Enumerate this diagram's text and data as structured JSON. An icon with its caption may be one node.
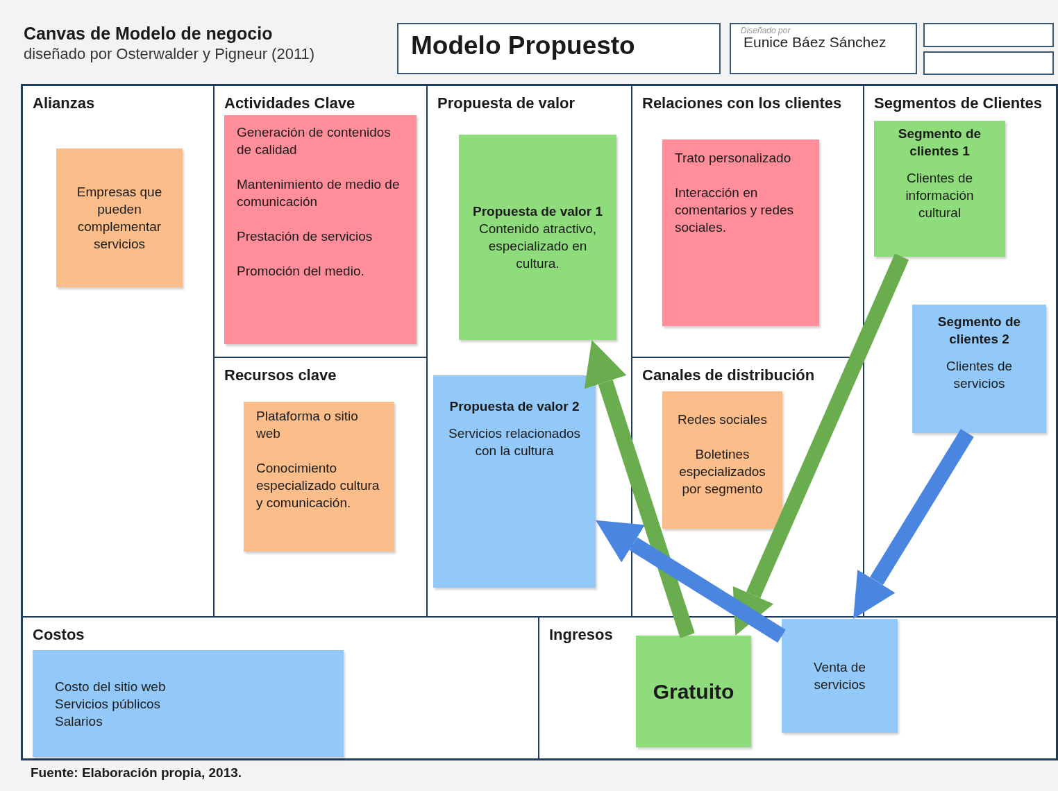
{
  "diagram": {
    "title": "Canvas de Modelo de negocio",
    "caption": "Fuente: Elaboración propia, 2013.",
    "labels": [
      "diseñado por Osterwalder y Pigneur (2011)"
    ],
    "nodes": [
      {
        "text": [
          "Modelo Propuesto"
        ]
      },
      {
        "text": [
          "Diseñado por",
          "Eunice Báez Sánchez"
        ]
      },
      {
        "text": [],
        "shape": "box"
      },
      {
        "text": [],
        "shape": "box"
      },
      {
        "text": [
          "Alianzas"
        ]
      },
      {
        "text": [
          "Empresas que pueden complementar servicios"
        ],
        "in": 4
      },
      {
        "text": [
          "Actividades Clave"
        ]
      },
      {
        "text": [
          "Generación de contenidos de calidad",
          "Mantenimiento de medio de comunicación",
          "Prestación de servicios",
          "Promoción del medio."
        ],
        "in": 6
      },
      {
        "text": [
          "Recursos clave"
        ]
      },
      {
        "text": [
          "Plataforma o sitio web",
          "Conocimiento especializado cultura y comunicación."
        ],
        "in": 8
      },
      {
        "text": [
          "Propuesta de valor"
        ]
      },
      {
        "text": [
          "Propuesta de valor 1",
          "Contenido atractivo, especializado en cultura."
        ],
        "in": 10
      },
      {
        "text": [
          "Propuesta de valor 2",
          "Servicios relacionados con la cultura"
        ],
        "in": 10
      },
      {
        "text": [
          "Relaciones con los clientes"
        ]
      },
      {
        "text": [
          "Trato personalizado",
          "Interacción en comentarios y redes sociales."
        ],
        "in": 13
      },
      {
        "text": [
          "Canales de distribución"
        ]
      },
      {
        "text": [
          "Redes sociales",
          "Boletines especializados por segmento"
        ],
        "in": 15
      },
      {
        "text": [
          "Segmentos de Clientes"
        ]
      },
      {
        "text": [
          "Segmento de clientes 1",
          "Clientes de información cultural"
        ],
        "in": 17
      },
      {
        "text": [
          "Segmento de clientes 2",
          "Clientes de servicios"
        ],
        "in": 17
      },
      {
        "text": [
          "Costos"
        ]
      },
      {
        "text": [
          "Costo del sitio web",
          "Servicios públicos",
          "Salarios"
        ],
        "in": 20
      },
      {
        "text": [
          "Ingresos"
        ]
      },
      {
        "text": [
          "Gratuito"
        ],
        "in": 22
      },
      {
        "text": [
          "Venta de servicios"
        ],
        "in": 22
      }
    ],
    "edges": [
      {
        "from": 23,
        "to": 11,
        "arrow": "to",
        "color": "#6aad4e"
      },
      {
        "from": 18,
        "to": 23,
        "arrow": "to",
        "color": "#6aad4e"
      },
      {
        "from": 24,
        "to": 12,
        "arrow": "to",
        "color": "#4a86e0"
      },
      {
        "from": 19,
        "to": 24,
        "arrow": "to",
        "color": "#4a86e0"
      }
    ]
  }
}
